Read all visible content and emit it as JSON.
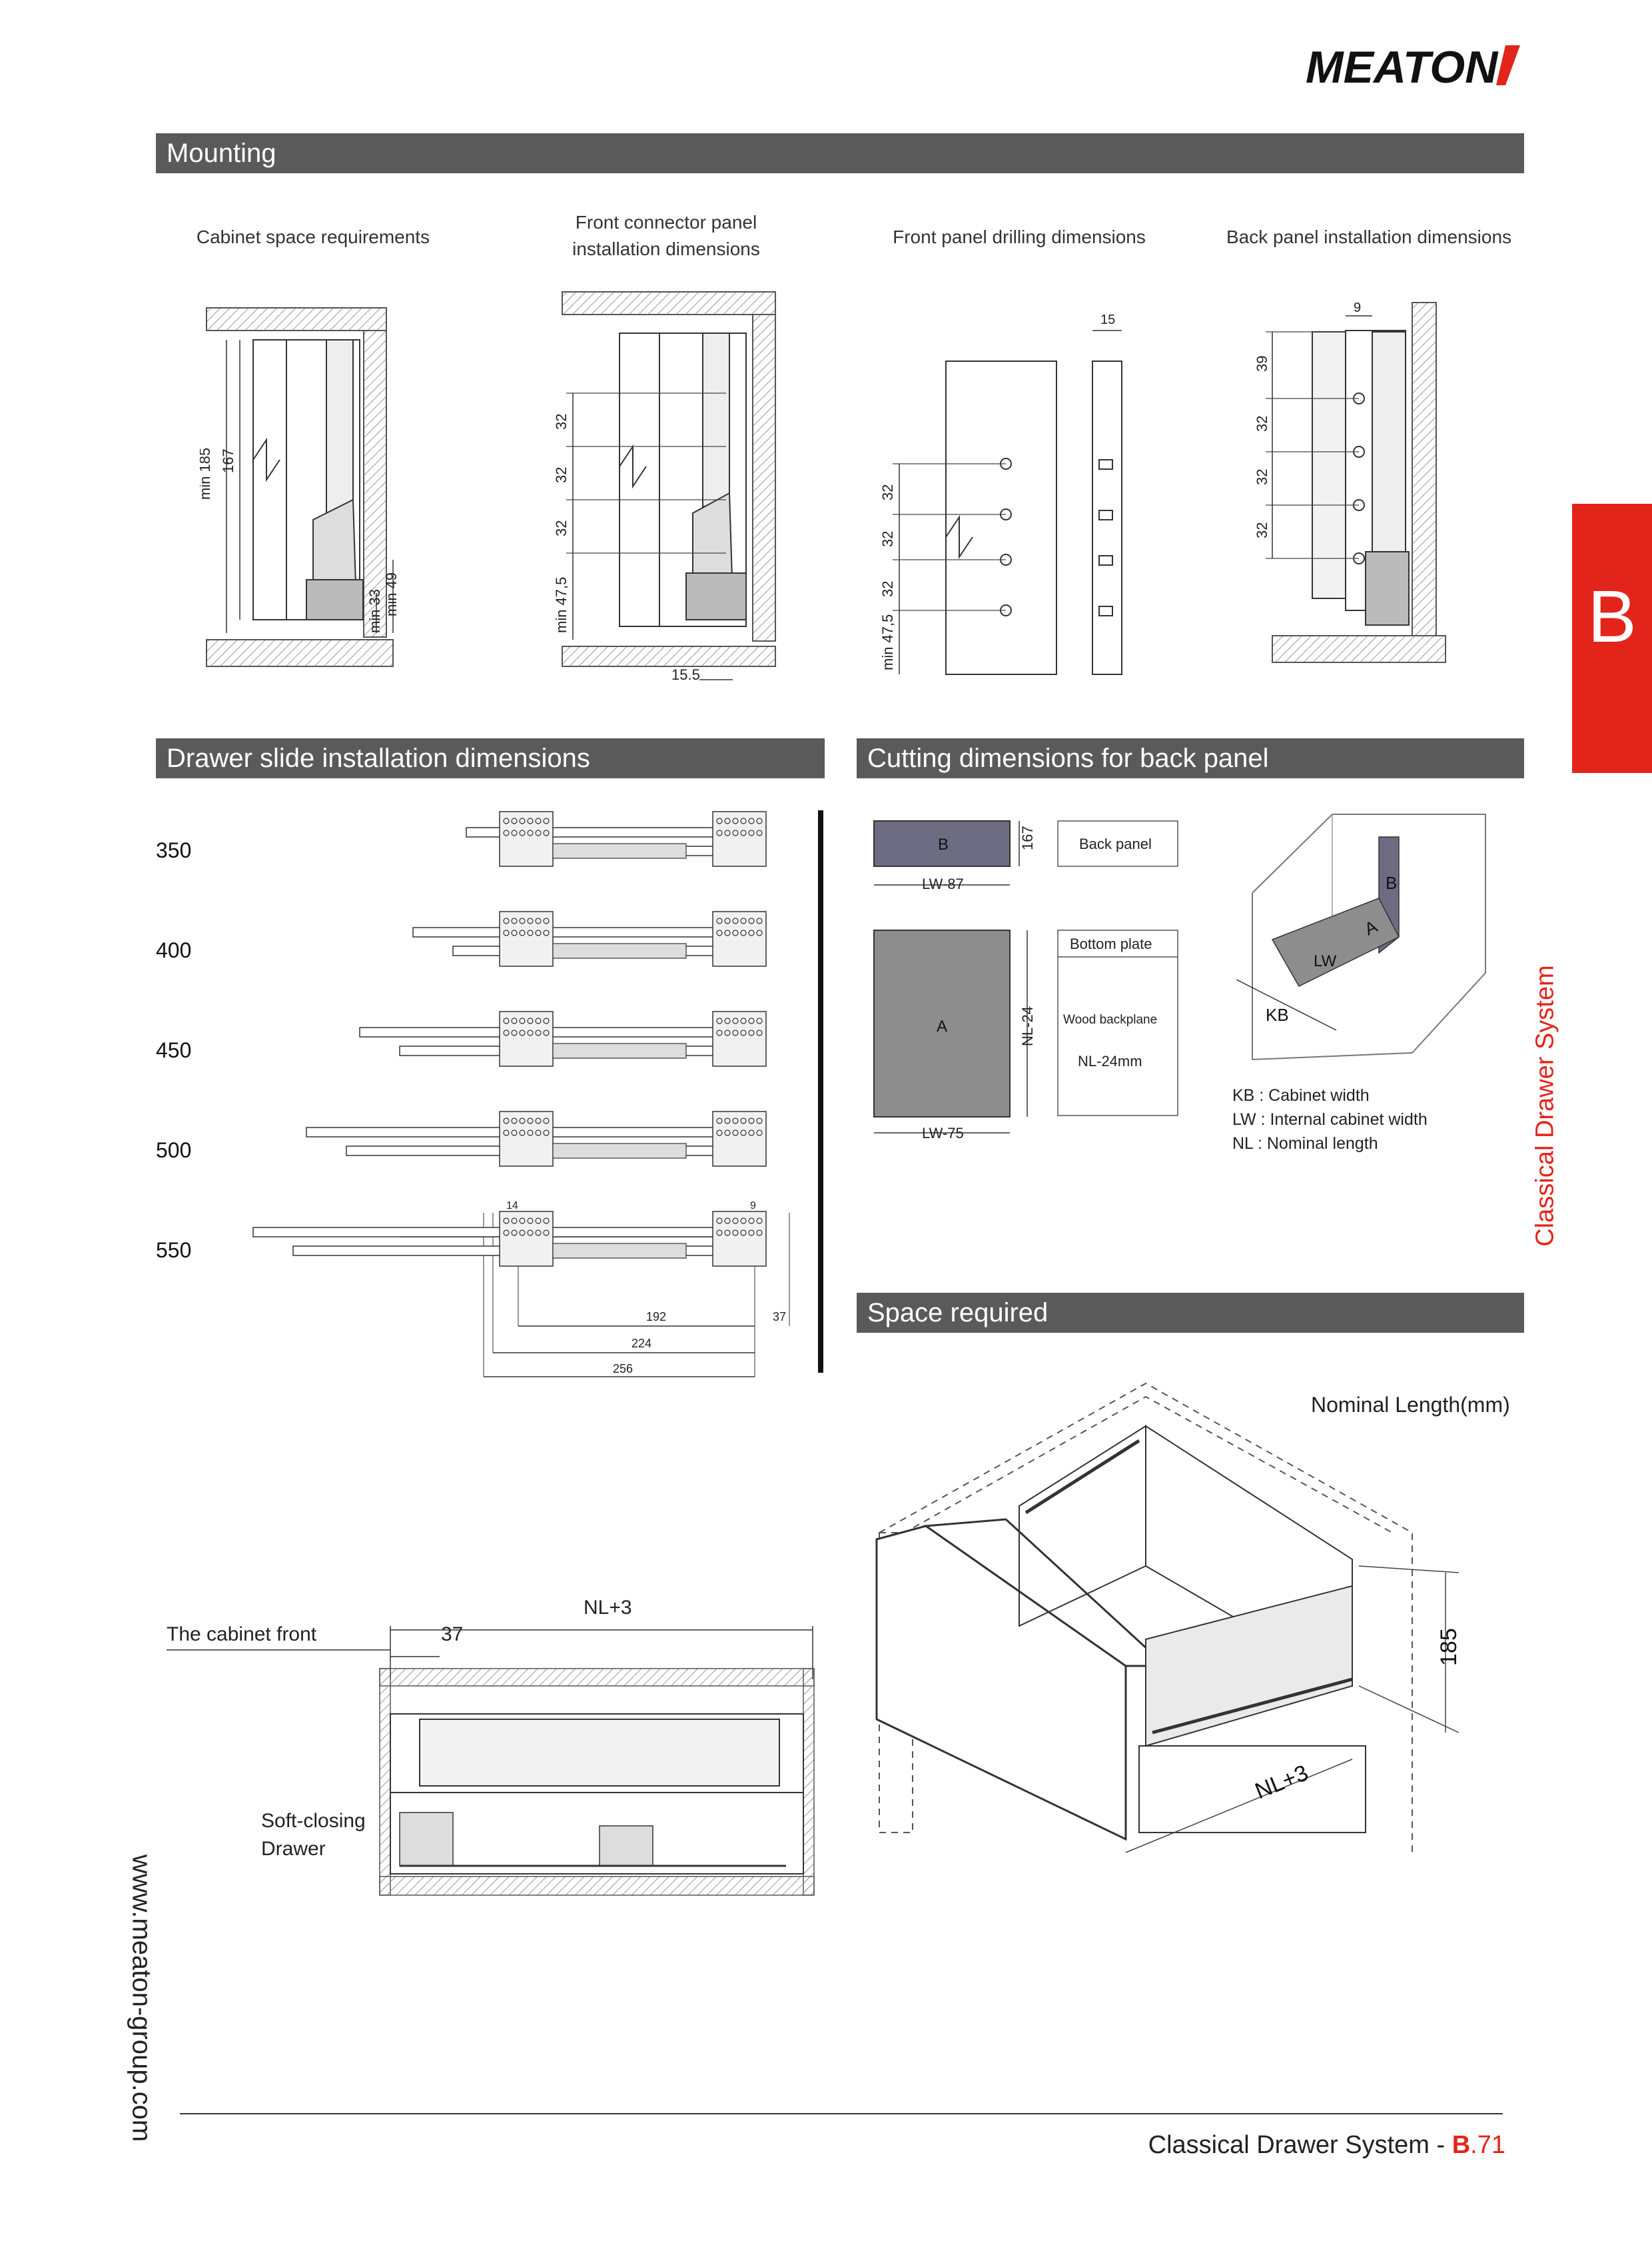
{
  "brand": {
    "logo": "MEATON",
    "accent": "#e3241b"
  },
  "sections": {
    "mounting": "Mounting",
    "slide": "Drawer slide installation dimensions",
    "cutting": "Cutting dimensions for back panel",
    "space": "Space required"
  },
  "mounting": {
    "captions": {
      "cabinet": "Cabinet space requirements",
      "front_connector_1": "Front connector panel",
      "front_connector_2": "installation dimensions",
      "front_drilling": "Front panel drilling dimensions",
      "back_panel": "Back panel installation dimensions"
    },
    "fig1": {
      "d1": "min 185",
      "d2": "167",
      "d3": "min 49",
      "d4": "min 33"
    },
    "fig2": {
      "d1": "32",
      "d2": "32",
      "d3": "32",
      "d4": "min 47,5",
      "d5": "15.5"
    },
    "fig3": {
      "d1": "15",
      "d2": "32",
      "d3": "32",
      "d4": "32",
      "d5": "min 47,5"
    },
    "fig4": {
      "d1": "9",
      "d2": "39",
      "d3": "32",
      "d4": "32",
      "d5": "32"
    }
  },
  "slide": {
    "sizes": [
      "350",
      "400",
      "450",
      "500",
      "550"
    ],
    "dims": {
      "a": "14",
      "b": "9",
      "c": "192",
      "d": "37",
      "e": "224",
      "f": "256"
    }
  },
  "cutting": {
    "b_label": "B",
    "b_height": "167",
    "b_width": "LW-87",
    "back_panel": "Back panel",
    "a_label": "A",
    "a_height": "NL-24",
    "a_width": "LW-75",
    "bottom_plate": "Bottom plate",
    "wood_backplane": "Wood backplane",
    "wood_dim": "NL-24mm",
    "iso_b": "B",
    "iso_a": "A",
    "iso_lw": "LW",
    "iso_kb": "KB",
    "legend": [
      "KB : Cabinet width",
      "LW : Internal cabinet width",
      "NL : Nominal length"
    ]
  },
  "space": {
    "nominal": "Nominal Length(mm)",
    "height": "185",
    "nl": "NL+3",
    "cabinet_front": "The cabinet front",
    "nl3": "NL+3",
    "d37": "37",
    "soft_1": "Soft-closing",
    "soft_2": "Drawer"
  },
  "side": {
    "letter": "B",
    "vertical": "Classical Drawer System"
  },
  "url": "www.meaton-group.com",
  "footer": {
    "text": "Classical Drawer System - ",
    "letter": "B",
    "page": ".71"
  }
}
